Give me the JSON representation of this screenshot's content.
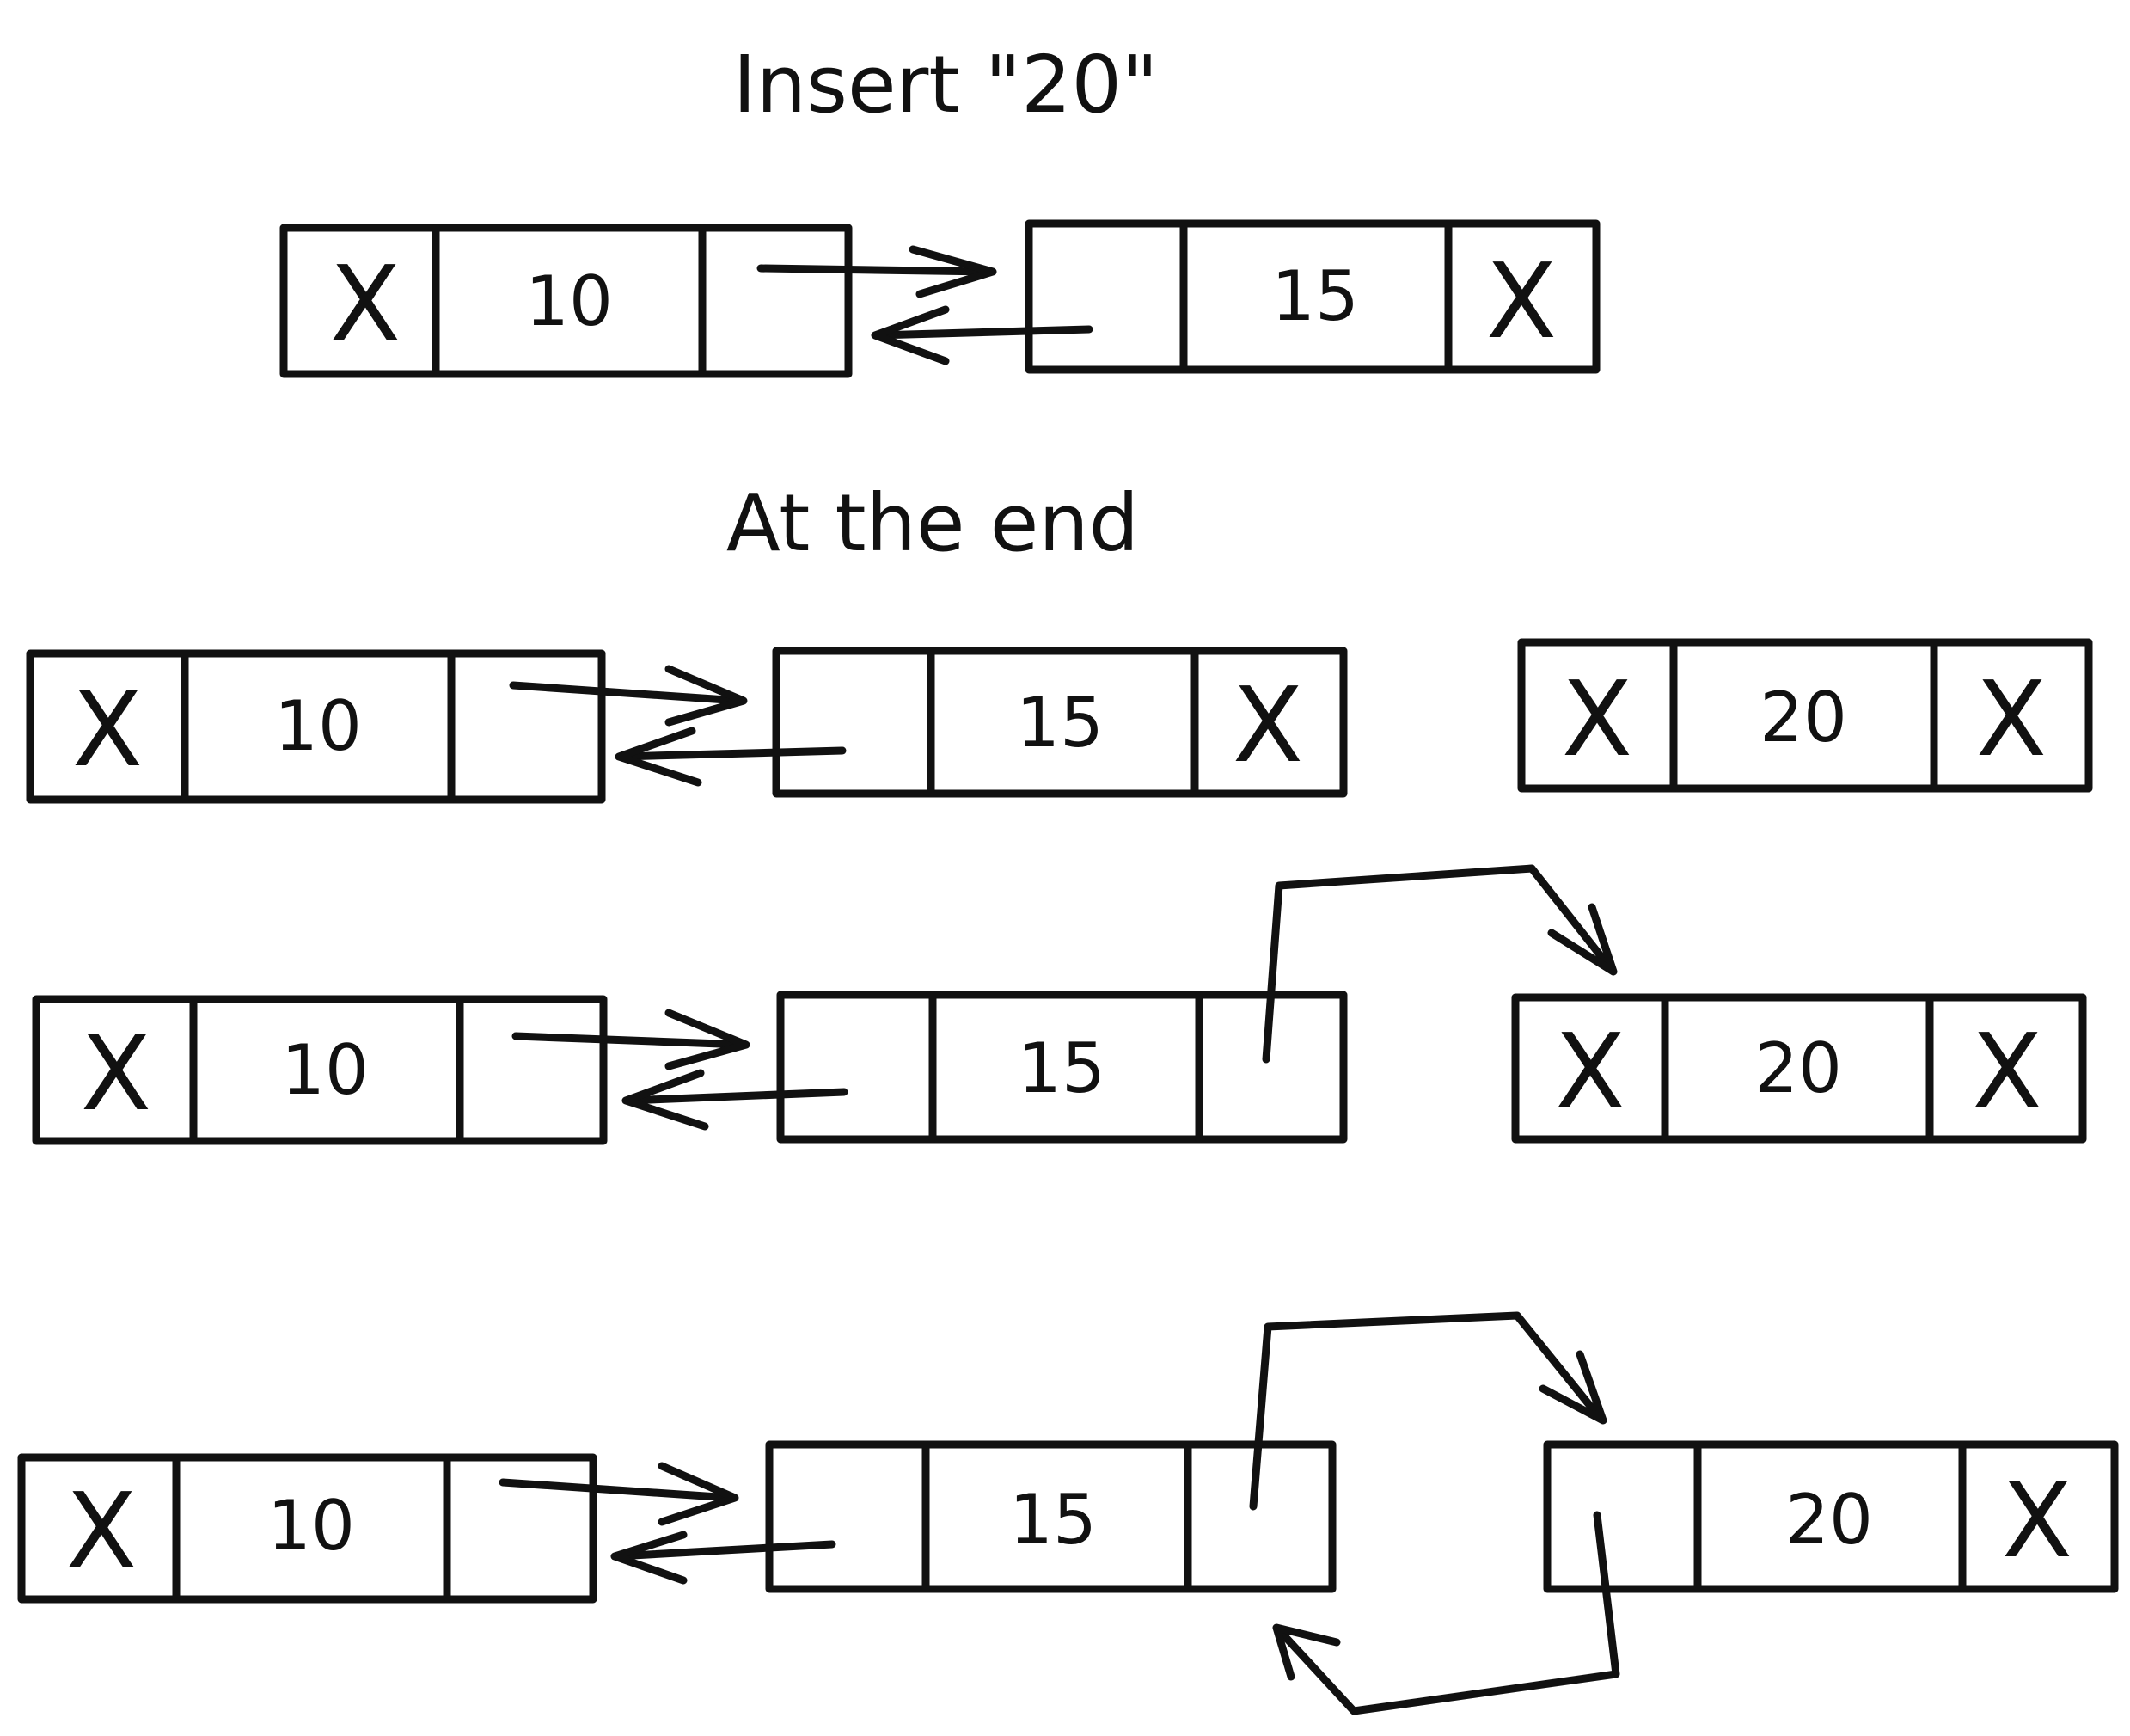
{
  "headings": {
    "insert": "Insert \"20\"",
    "at_the_end": "At the end"
  },
  "null_marker": "X",
  "nodes": {
    "s1_n10": {
      "value": "10",
      "prev": "X"
    },
    "s1_n15": {
      "value": "15",
      "next": "X"
    },
    "s2_n10": {
      "value": "10",
      "prev": "X"
    },
    "s2_n15": {
      "value": "15",
      "next": "X"
    },
    "s2_n20": {
      "value": "20",
      "prev": "X",
      "next": "X"
    },
    "s3_n10": {
      "value": "10",
      "prev": "X"
    },
    "s3_n15": {
      "value": "15"
    },
    "s3_n20": {
      "value": "20",
      "prev": "X",
      "next": "X"
    },
    "s4_n10": {
      "value": "10",
      "prev": "X"
    },
    "s4_n15": {
      "value": "15"
    },
    "s4_n20": {
      "value": "20",
      "next": "X"
    }
  },
  "colors": {
    "ink": "#111111",
    "background": "#ffffff"
  }
}
